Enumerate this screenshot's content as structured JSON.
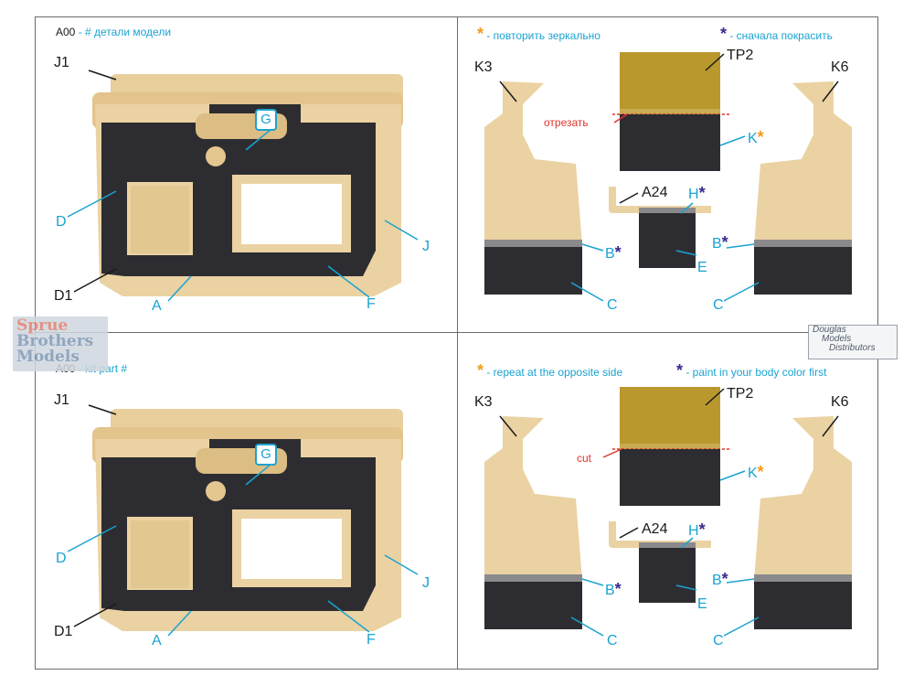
{
  "top": {
    "header_code": "A00",
    "header_text": " - # детали модели",
    "note_orange": " - повторить зеркально",
    "note_purple": " - сначала покрасить",
    "cut_label": "отрезать"
  },
  "bottom": {
    "header_code": "A00",
    "header_text": " - kit part #",
    "note_orange": " - repeat at the opposite side",
    "note_purple": " - paint in your body color first",
    "cut_label": "cut"
  },
  "labels": {
    "J1": "J1",
    "D": "D",
    "D1": "D1",
    "A": "A",
    "F": "F",
    "G": "G",
    "J": "J",
    "K3": "K3",
    "TP2": "TP2",
    "K6": "K6",
    "K": "K",
    "A24": "A24",
    "H": "H",
    "B": "B",
    "E": "E",
    "C": "C",
    "star": "*"
  },
  "watermark": {
    "line1": "Sprue",
    "line2": "Brothers",
    "line3": "Models"
  },
  "distributor": {
    "line1": "Douglas",
    "line2": "Models",
    "line3": "Distributors"
  },
  "colors": {
    "cyan": "#1aa3d1",
    "orange": "#f39a1e",
    "purple": "#3b2a8f",
    "resin": "#ead2a2",
    "carpet": "#2d2d31"
  }
}
